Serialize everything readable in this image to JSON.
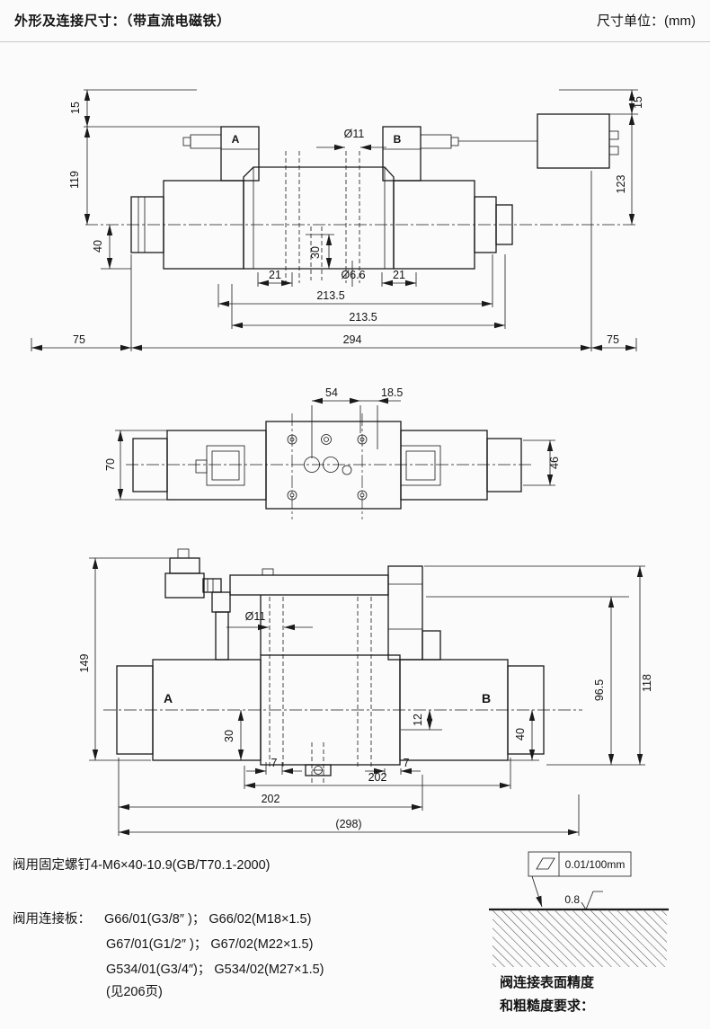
{
  "header": {
    "title": "外形及连接尺寸：（带直流电磁铁）",
    "units": "尺寸单位：(mm)"
  },
  "front_view": {
    "solenoid_a_label": "A",
    "solenoid_b_label": "B",
    "dim_15_left": "15",
    "dim_119": "119",
    "dim_40": "40",
    "dim_15_right": "15",
    "dim_123": "123",
    "dim_dia_11": "Ø11",
    "dim_30": "30",
    "dim_21_left": "21",
    "dim_dia_6_6": "Ø6.6",
    "dim_21_right": "21",
    "dim_213_5_upper": "213.5",
    "dim_213_5_lower": "213.5",
    "dim_294": "294",
    "dim_75_left": "75",
    "dim_75_right": "75"
  },
  "top_view": {
    "dim_54": "54",
    "dim_18_5": "18.5",
    "dim_70": "70",
    "dim_46": "46"
  },
  "rear_view": {
    "solenoid_a_label": "A",
    "solenoid_b_label": "B",
    "dim_149": "149",
    "dim_dia_11": "Ø11",
    "dim_118": "118",
    "dim_96_5": "96.5",
    "dim_30": "30",
    "dim_12": "12",
    "dim_40": "40",
    "dim_7_left": "7",
    "dim_7_right": "7",
    "dim_202_upper": "202",
    "dim_202_lower": "202",
    "dim_298": "(298)"
  },
  "notes": {
    "fixing_screw": "阀用固定螺钉4-M6×40-10.9(GB/T70.1-2000)",
    "plate_label": "阀用连接板：",
    "plate_option_1": "G66/01(G3/8″ )；  G66/02(M18×1.5)",
    "plate_option_2": "G67/01(G1/2″ )；  G67/02(M22×1.5)",
    "plate_option_3": "G534/01(G3/4″)；  G534/02(M27×1.5)",
    "plate_page_ref": "(见206页)"
  },
  "surface_spec": {
    "flatness_tolerance": "0.01/100mm",
    "roughness_value": "0.8",
    "caption_line_1": "阀连接表面精度",
    "caption_line_2": "和粗糙度要求："
  }
}
